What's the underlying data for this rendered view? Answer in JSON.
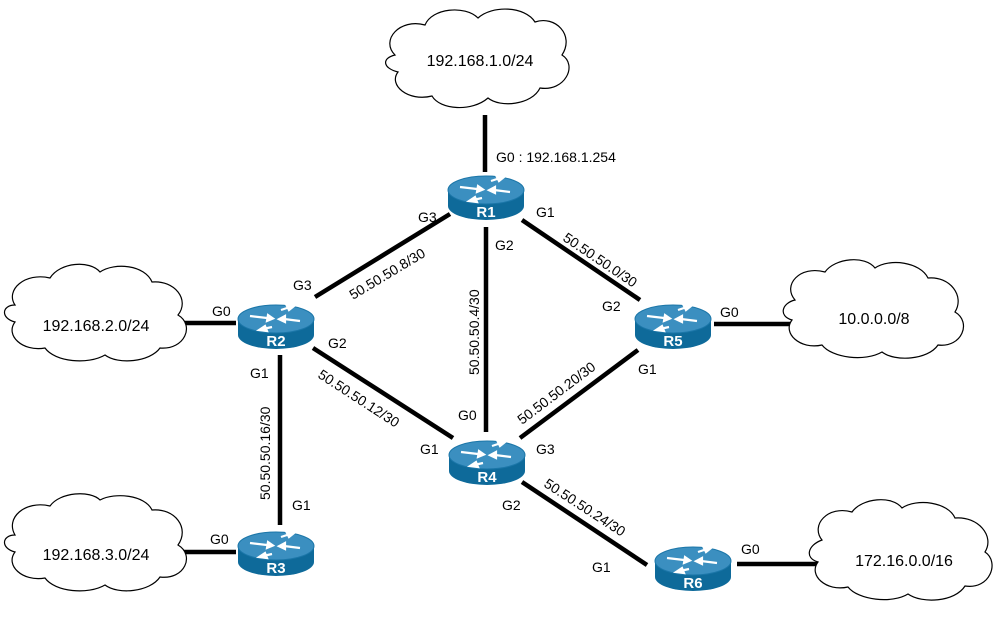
{
  "colors": {
    "router_top": "#3b8fc0",
    "router_side": "#0e6a9a",
    "link": "#000000"
  },
  "clouds": [
    {
      "id": "lan1",
      "label": "192.168.1.0/24"
    },
    {
      "id": "lan2",
      "label": "192.168.2.0/24"
    },
    {
      "id": "lan3",
      "label": "192.168.3.0/24"
    },
    {
      "id": "lan5",
      "label": "10.0.0.0/8"
    },
    {
      "id": "lan6",
      "label": "172.16.0.0/16"
    }
  ],
  "routers": [
    {
      "id": "R1",
      "label": "R1",
      "icon": "router-icon"
    },
    {
      "id": "R2",
      "label": "R2",
      "icon": "router-icon"
    },
    {
      "id": "R3",
      "label": "R3",
      "icon": "router-icon"
    },
    {
      "id": "R4",
      "label": "R4",
      "icon": "router-icon"
    },
    {
      "id": "R5",
      "label": "R5",
      "icon": "router-icon"
    },
    {
      "id": "R6",
      "label": "R6",
      "icon": "router-icon"
    }
  ],
  "links": [
    {
      "from": "R1",
      "to": "lan1",
      "subnet": ""
    },
    {
      "from": "R1",
      "to": "R2",
      "subnet": "50.50.50.8/30"
    },
    {
      "from": "R1",
      "to": "R4",
      "subnet": "50.50.50.4/30"
    },
    {
      "from": "R1",
      "to": "R5",
      "subnet": "50.50.50.0/30"
    },
    {
      "from": "R2",
      "to": "lan2",
      "subnet": ""
    },
    {
      "from": "R2",
      "to": "R4",
      "subnet": "50.50.50.12/30"
    },
    {
      "from": "R2",
      "to": "R3",
      "subnet": "50.50.50.16/30"
    },
    {
      "from": "R3",
      "to": "lan3",
      "subnet": ""
    },
    {
      "from": "R4",
      "to": "R5",
      "subnet": "50.50.50.20/30"
    },
    {
      "from": "R4",
      "to": "R6",
      "subnet": "50.50.50.24/30"
    },
    {
      "from": "R5",
      "to": "lan5",
      "subnet": ""
    },
    {
      "from": "R6",
      "to": "lan6",
      "subnet": ""
    }
  ],
  "interfaces": {
    "r1_g0": "G0 : 192.168.1.254",
    "r1_g1": "G1",
    "r1_g2": "G2",
    "r1_g3": "G3",
    "r2_g0": "G0",
    "r2_g1": "G1",
    "r2_g2": "G2",
    "r2_g3": "G3",
    "r3_g0": "G0",
    "r3_g1": "G1",
    "r4_g0": "G0",
    "r4_g1": "G1",
    "r4_g2": "G2",
    "r4_g3": "G3",
    "r5_g0": "G0",
    "r5_g1": "G1",
    "r5_g2": "G2",
    "r6_g0": "G0",
    "r6_g1": "G1"
  }
}
